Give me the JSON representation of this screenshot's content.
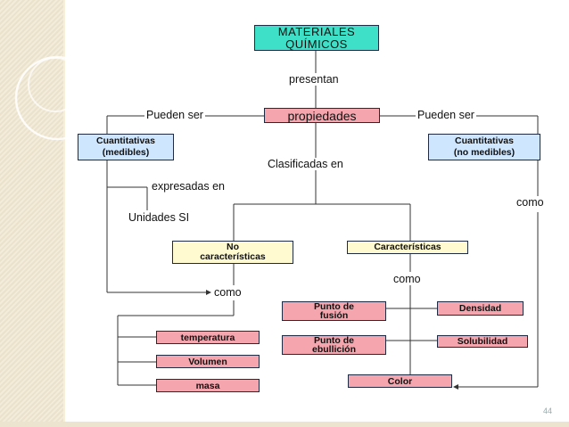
{
  "slide": {
    "page_number": "44",
    "colors": {
      "sidebar": "#efe6cf",
      "teal": "#3fe0c8",
      "pink": "#f4a5ad",
      "blue": "#cfe6ff",
      "yellow": "#fffad0"
    }
  },
  "nodes": {
    "materiales_line1": "MATERIALES",
    "materiales_line2": "QUÍMICOS",
    "propiedades": "propiedades",
    "cuantitativas_left_line1": "Cuantitativas",
    "cuantitativas_left_line2": "(medibles)",
    "cuantitativas_right_line1": "Cuantitativas",
    "cuantitativas_right_line2": "(no medibles)",
    "no_caracteristicas_line1": "No",
    "no_caracteristicas_line2": "características",
    "caracteristicas": "Características",
    "punto_fusion_line1": "Punto de",
    "punto_fusion_line2": "fusión",
    "punto_ebullicion_line1": "Punto de",
    "punto_ebullicion_line2": "ebullición",
    "densidad": "Densidad",
    "solubilidad": "Solubilidad",
    "temperatura": "temperatura",
    "volumen": "Volumen",
    "masa": "masa",
    "color": "Color"
  },
  "labels": {
    "presentan": "presentan",
    "pueden_ser_left": "Pueden ser",
    "pueden_ser_right": "Pueden ser",
    "clasificadas_en": "Clasificadas en",
    "expresadas_en": "expresadas en",
    "unidades_si": "Unidades SI",
    "como_right": "como",
    "como_center": "como",
    "como_bottom": "como"
  }
}
